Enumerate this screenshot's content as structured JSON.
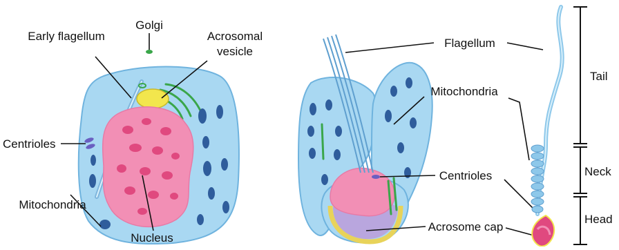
{
  "labels": {
    "golgi": "Golgi",
    "early_flagellum": "Early flagellum",
    "acrosomal_vesicle_line1": "Acrosomal",
    "acrosomal_vesicle_line2": "vesicle",
    "centrioles_left": "Centrioles",
    "mitochondria_left": "Mitochondria",
    "nucleus": "Nucleus",
    "flagellum": "Flagellum",
    "mitochondria_mid": "Mitochondria",
    "centrioles_mid": "Centrioles",
    "acrosome_cap": "Acrosome cap",
    "tail": "Tail",
    "neck": "Neck",
    "head": "Head"
  },
  "colors": {
    "cytoplasm": "#a9d8f2",
    "cytoplasm_edge": "#6fb3de",
    "nucleus": "#f28fb5",
    "nucleolus": "#e0497f",
    "golgi": "#3aa64a",
    "acrosomal_vesicle": "#f2e64d",
    "mitochondria": "#2f5d9c",
    "centriole": "#6a5fc1",
    "acrosome": "#b9a6de",
    "acrosome_rim": "#e8d35a",
    "flagellum": "#8ec8ea"
  }
}
